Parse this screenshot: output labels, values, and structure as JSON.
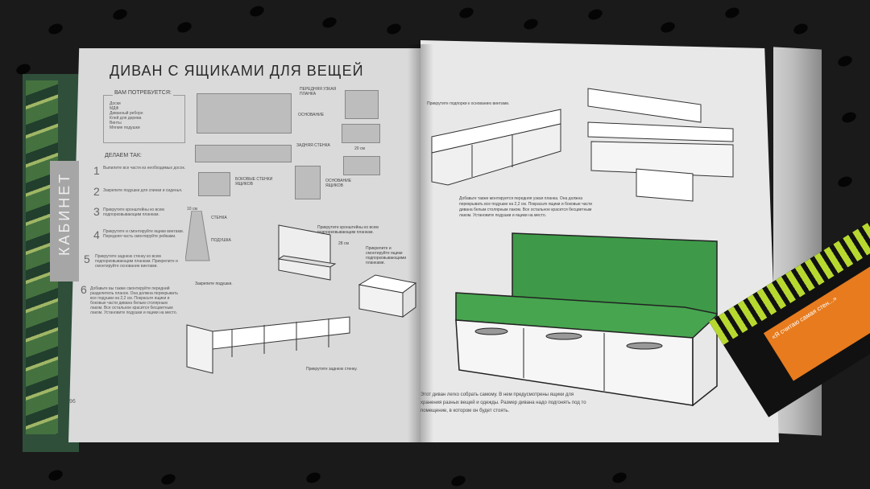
{
  "left_page": {
    "title": "ДИВАН С ЯЩИКАМИ ДЛЯ ВЕЩЕЙ",
    "section_tab": "КАБИНЕТ",
    "needed_header": "ВАМ ПОТРЕБУЕТСЯ:",
    "needed_items": [
      "Доски",
      "МДФ",
      "Диванный реборн",
      "Клей для дерева",
      "Винты",
      "Мягкие подушки"
    ],
    "do_header": "ДЕЛАЕМ ТАК:",
    "page_number": "96",
    "steps": [
      {
        "num": "1",
        "text": "Выпилите все части из необходимых досок."
      },
      {
        "num": "2",
        "text": "Закрепите подушки для спинки и сиденья."
      },
      {
        "num": "3",
        "text": "Прикрутите кронштейны ко всем подпорковывающим планкам."
      },
      {
        "num": "4",
        "text": "Прикрутите и смонтируйте ящики винтами. Передняя часть смонтируйте рейками."
      },
      {
        "num": "5",
        "text": "Прикрутите заднюю стенку ко всем подпорковывающим планкам. Прикрепите и смонтируйте основание винтами."
      },
      {
        "num": "6",
        "text": "Добавьте вы также смонтируйте передний разделитель планок. Она должна перекрывать все подушки на 2,2 см. Покрасьте ящики и боковые части дивана белым столярным лаком. Все остальное красится бесцветным лаком. Установите подушки и ящики на место."
      }
    ],
    "labels": {
      "front_plank": "ПЕРЕДНЯЯ УЗКАЯ ПЛАНКА",
      "base": "ОСНОВАНИЕ",
      "back_wall": "ЗАДНЯЯ СТЕНКА",
      "side_walls": "БОКОВЫЕ СТЕНКИ ЯЩИКОВ",
      "drawer_base": "ОСНОВАНИЕ ЯЩИКОВ",
      "wall": "СТЕНКА",
      "cushion": "ПОДУШКА",
      "pillow_width": "20 см",
      "wall_width": "10 см",
      "wall_height": "28 см"
    },
    "diagram_captions": {
      "d2": "Закрепите подушки.",
      "d3": "Прикрутите кронштейны ко всем подпорковывающим планкам.",
      "d4": "Прикрепите и смонтируйте ящики подпорковывающими планками.",
      "d5": "Прикрутите заднюю стенку."
    }
  },
  "right_page": {
    "step1_label": "Прикрутите подпорки к основанию винтами.",
    "step2_caption": "Добавьте также монтируется передняя узкая планка. Она должна перекрывать все подушки на 2,2 см. Покрасьте ящики и боковые части дивана белым столярным лаком. Все остальное красится бесцветным лаком. Установите подушки и ящики на место.",
    "bottom_caption": "Этот диван легко собрать самому. В нем предусмотрены ящики для хранения разных вещей и одежды. Размер дивана надо подгонять под то помещение, в котором он будет стоять.",
    "sofa_color": "#3e9a48"
  },
  "corner_book": {
    "text": "«Я считаю самая стен...»",
    "accent": "#e77b1e",
    "stripe": "#b7d82f"
  }
}
